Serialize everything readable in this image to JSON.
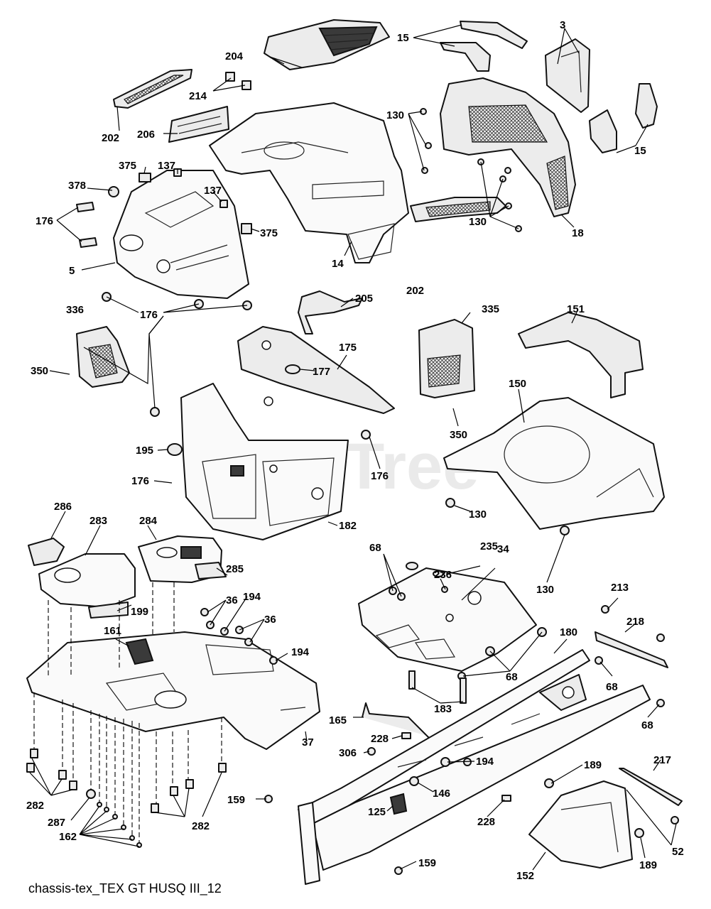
{
  "watermark": "PartsTree",
  "caption": "chassis-tex_TEX GT HUSQ III_12",
  "callouts": {
    "c204": "204",
    "c214": "214",
    "c202a": "202",
    "c206": "206",
    "c15a": "15",
    "c3": "3",
    "c130a": "130",
    "c15b": "15",
    "c130b": "130",
    "c18": "18",
    "c375a": "375",
    "c137a": "137",
    "c137b": "137",
    "c378": "378",
    "c176a": "176",
    "c375b": "375",
    "c5": "5",
    "c14": "14",
    "c202b": "202",
    "c205": "205",
    "c176b": "176",
    "c336": "336",
    "c350a": "350",
    "c175": "175",
    "c177": "177",
    "c335": "335",
    "c151": "151",
    "c150": "150",
    "c350b": "350",
    "c195": "195",
    "c176c": "176",
    "c176d": "176",
    "c130c": "130",
    "c182": "182",
    "c130d": "130",
    "c286": "286",
    "c283": "283",
    "c284": "284",
    "c285": "285",
    "c199": "199",
    "c36a": "36",
    "c194a": "194",
    "c36b": "36",
    "c161": "161",
    "c194b": "194",
    "c68a": "68",
    "c235": "235",
    "c34": "34",
    "c236": "236",
    "c68b": "68",
    "c183": "183",
    "c213": "213",
    "c218": "218",
    "c180": "180",
    "c68c": "68",
    "c68d": "68",
    "c165": "165",
    "c37": "37",
    "c228a": "228",
    "c306": "306",
    "c194c": "194",
    "c189a": "189",
    "c217": "217",
    "c146": "146",
    "c159a": "159",
    "c125": "125",
    "c228b": "228",
    "c282a": "282",
    "c287": "287",
    "c282b": "282",
    "c162": "162",
    "c52": "52",
    "c159b": "159",
    "c152": "152",
    "c189b": "189"
  }
}
